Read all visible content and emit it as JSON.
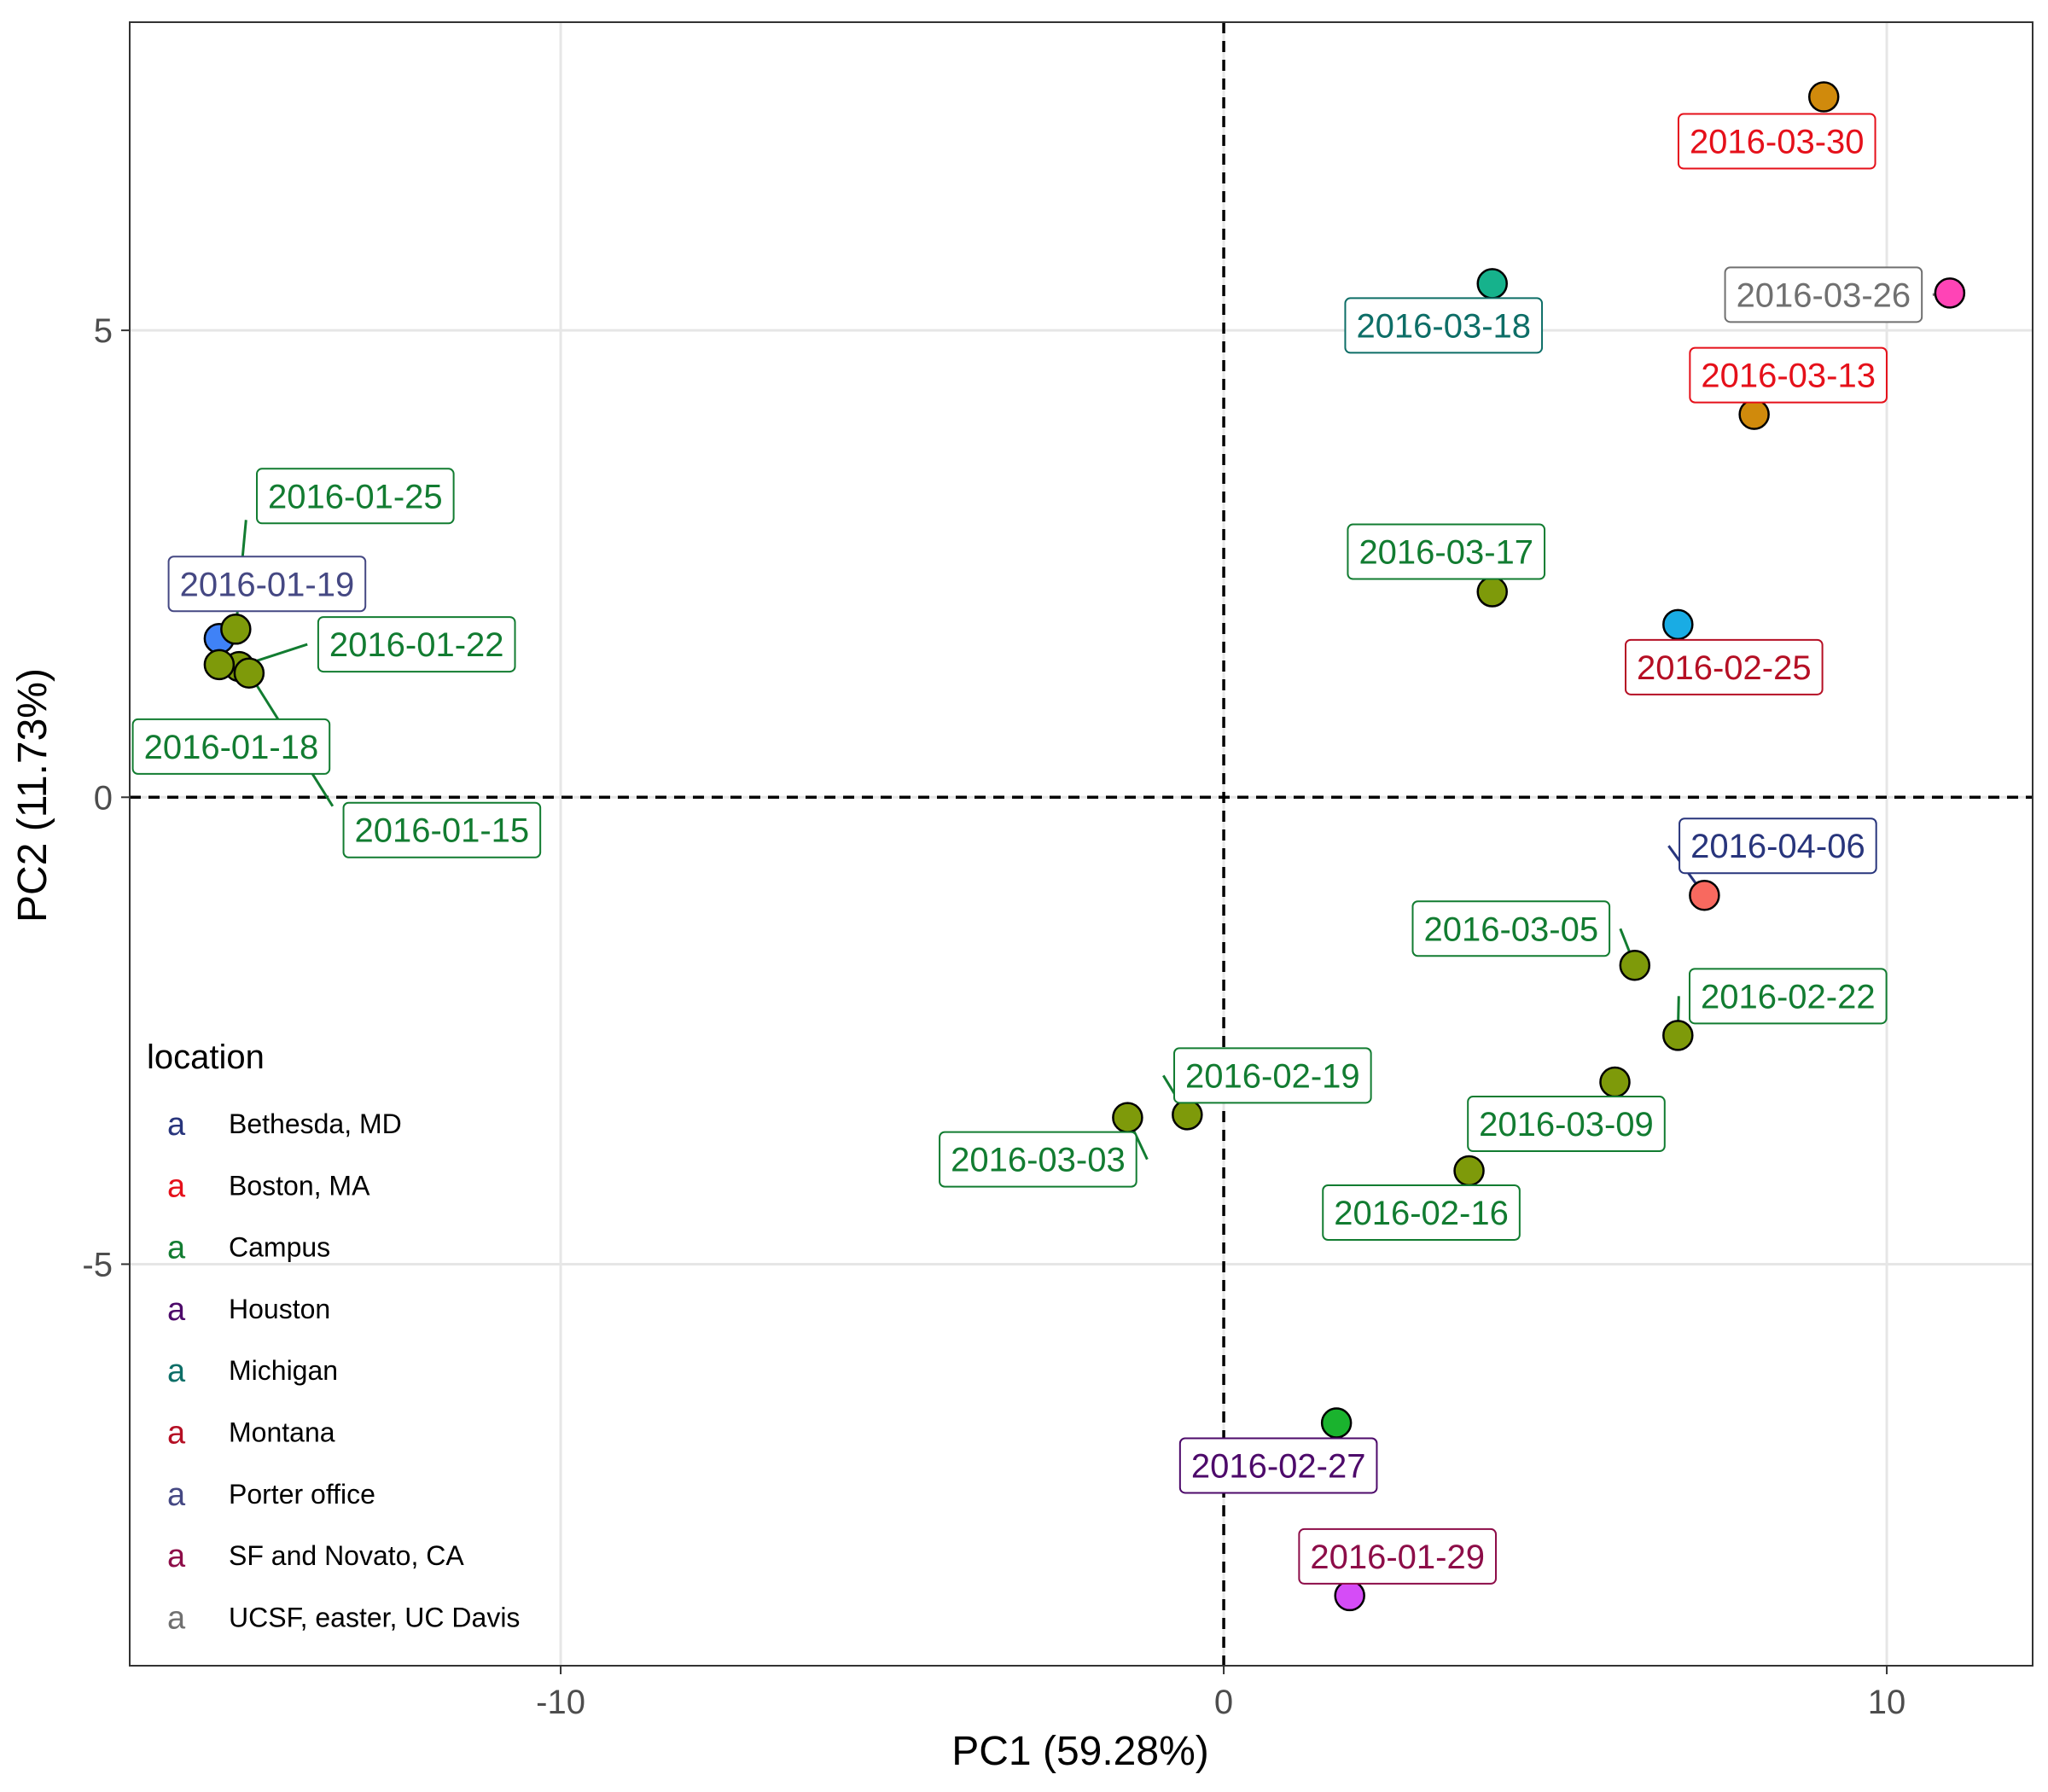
{
  "chart_data": {
    "type": "scatter",
    "xlabel": "PC1 (59.28%)",
    "ylabel": "PC2 (11.73%)",
    "xlim": [
      -16.5,
      12.2
    ],
    "ylim": [
      -9.3,
      8.3
    ],
    "xticks": [
      -10,
      0,
      10
    ],
    "yticks": [
      -5,
      0,
      5
    ],
    "xtick_labels": [
      "-10",
      "0",
      "10"
    ],
    "ytick_labels": [
      "-5",
      "0",
      "5"
    ],
    "grid": true,
    "reference_lines": {
      "x": 0,
      "y": 0,
      "style": "dashed"
    },
    "legend": {
      "title": "location",
      "placement": "bottom-left",
      "key_glyph": "a",
      "entries": [
        {
          "label": "Bethesda, MD",
          "color": "#28357c"
        },
        {
          "label": "Boston, MA",
          "color": "#e5101a"
        },
        {
          "label": "Campus",
          "color": "#127c31"
        },
        {
          "label": "Houston",
          "color": "#4d0a6a"
        },
        {
          "label": "Michigan",
          "color": "#0d6e67"
        },
        {
          "label": "Montana",
          "color": "#b50f24"
        },
        {
          "label": "Porter office",
          "color": "#454883"
        },
        {
          "label": "SF and Novato, CA",
          "color": "#8d0d48"
        },
        {
          "label": "UCSF, easter, UC Davis",
          "color": "#707070"
        }
      ]
    },
    "points": [
      {
        "x": 9.05,
        "y": 7.5,
        "fill": "#d08a0c",
        "label": "2016-03-30",
        "label_color": "#e5101a"
      },
      {
        "x": 10.95,
        "y": 5.4,
        "fill": "#ff44b6",
        "label": "2016-03-26",
        "label_color": "#707070"
      },
      {
        "x": 4.05,
        "y": 5.5,
        "fill": "#16b28c",
        "label": "2016-03-18",
        "label_color": "#0d6e67"
      },
      {
        "x": 8.0,
        "y": 4.1,
        "fill": "#d08a0c",
        "label": "2016-03-13",
        "label_color": "#e5101a"
      },
      {
        "x": 4.05,
        "y": 2.2,
        "fill": "#7e9a0a",
        "label": "2016-03-17",
        "label_color": "#127c31"
      },
      {
        "x": 6.85,
        "y": 1.85,
        "fill": "#19ace4",
        "label": "2016-02-25",
        "label_color": "#b50f24"
      },
      {
        "x": 7.25,
        "y": -1.05,
        "fill": "#f8695f",
        "label": "2016-04-06",
        "label_color": "#28357c"
      },
      {
        "x": 6.2,
        "y": -1.8,
        "fill": "#7e9a0a",
        "label": "2016-03-05",
        "label_color": "#127c31"
      },
      {
        "x": 6.85,
        "y": -2.55,
        "fill": "#7e9a0a",
        "label": "2016-02-22",
        "label_color": "#127c31"
      },
      {
        "x": 5.9,
        "y": -3.05,
        "fill": "#7e9a0a",
        "label": "2016-03-09",
        "label_color": "#127c31"
      },
      {
        "x": 3.7,
        "y": -4.0,
        "fill": "#7e9a0a",
        "label": "2016-02-16",
        "label_color": "#127c31"
      },
      {
        "x": -0.55,
        "y": -3.4,
        "fill": "#7e9a0a",
        "label": "2016-02-19",
        "label_color": "#127c31"
      },
      {
        "x": -1.45,
        "y": -3.43,
        "fill": "#7e9a0a",
        "label": "2016-03-03",
        "label_color": "#127c31"
      },
      {
        "x": 1.7,
        "y": -6.7,
        "fill": "#1ab32e",
        "label": "2016-02-27",
        "label_color": "#4d0a6a"
      },
      {
        "x": 1.9,
        "y": -8.55,
        "fill": "#d54cf7",
        "label": "2016-01-29",
        "label_color": "#8d0d48"
      },
      {
        "x": -15.15,
        "y": 1.7,
        "fill": "#3f82f7",
        "label": "2016-01-19",
        "label_color": "#454883"
      },
      {
        "x": -14.9,
        "y": 1.8,
        "fill": "#7e9a0a",
        "label": "2016-01-25",
        "label_color": "#127c31"
      },
      {
        "x": -14.85,
        "y": 1.4,
        "fill": "#7e9a0a",
        "label": "2016-01-22",
        "label_color": "#127c31"
      },
      {
        "x": -15.15,
        "y": 1.42,
        "fill": "#7e9a0a",
        "label": "2016-01-18",
        "label_color": "#127c31"
      },
      {
        "x": -14.7,
        "y": 1.33,
        "fill": "#7e9a0a",
        "label": "2016-01-15",
        "label_color": "#127c31"
      }
    ]
  }
}
